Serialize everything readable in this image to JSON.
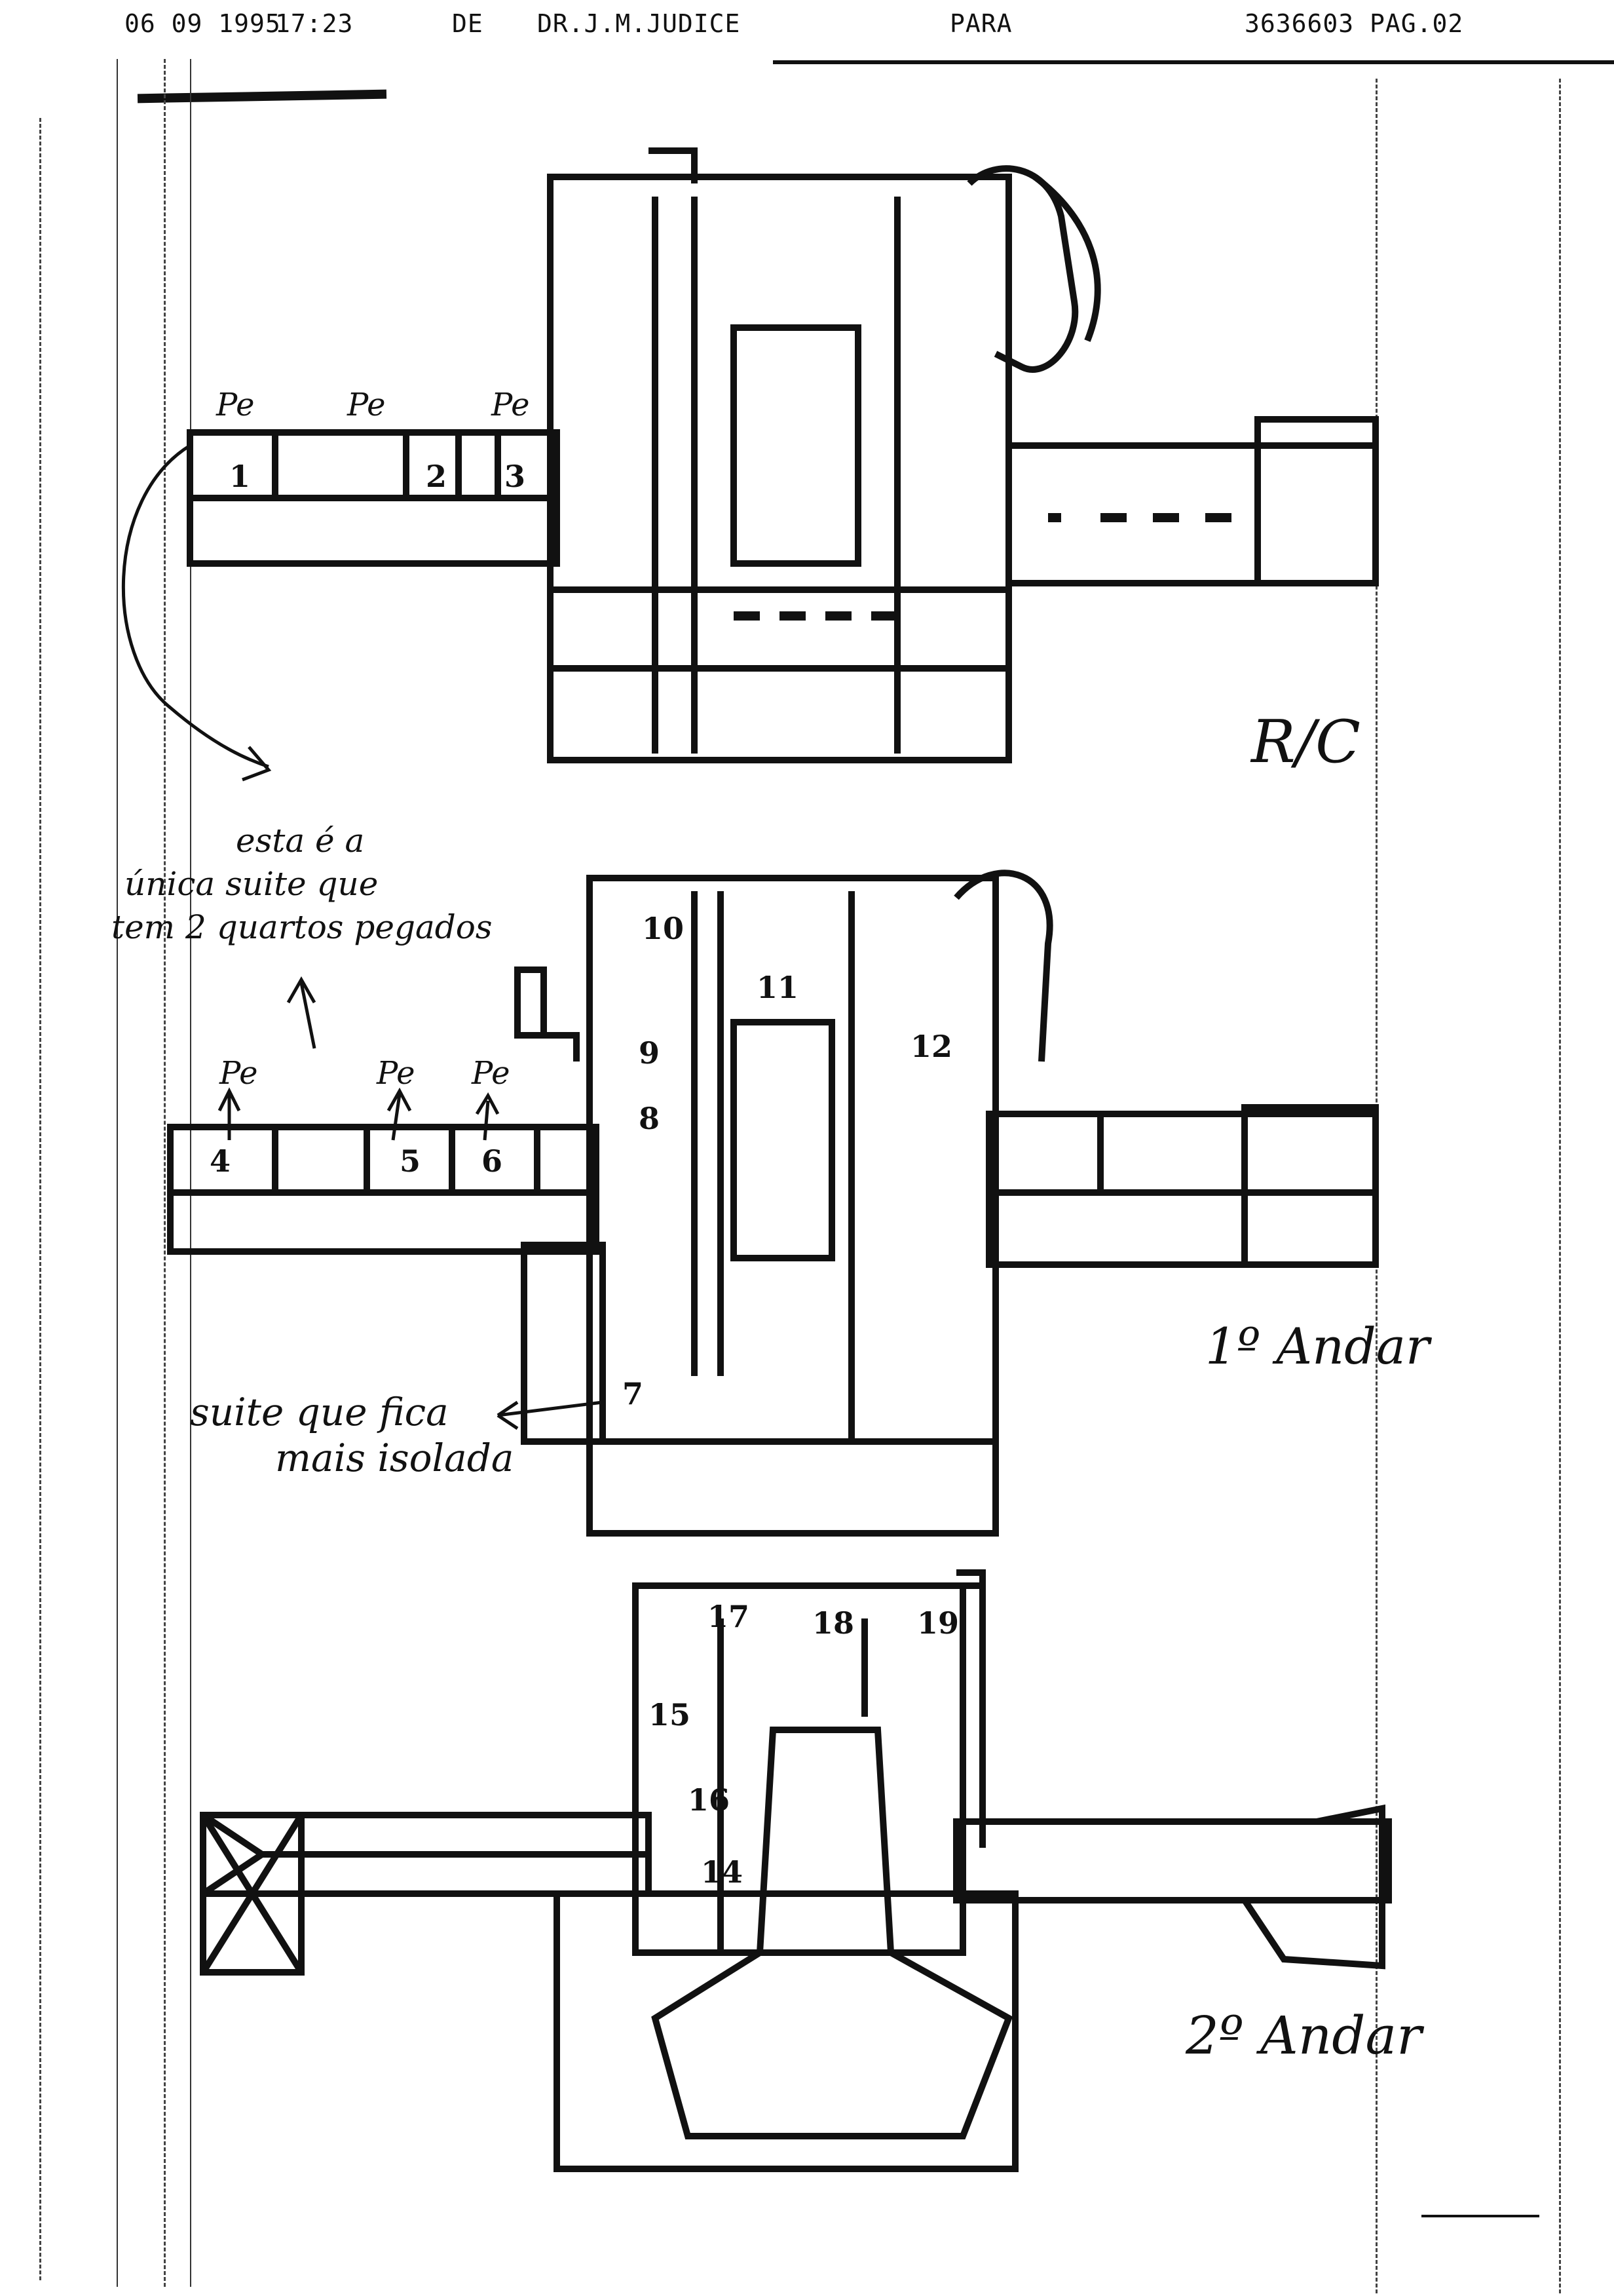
{
  "fax": {
    "header": {
      "date": "06 09 1995",
      "time": "17:23",
      "de": "DE",
      "sender": "DR.J.M.JUDICE",
      "para": "PARA",
      "page": "3636603 PAG.02"
    }
  },
  "floors": [
    {
      "label": "R/C",
      "rooms": [
        "1",
        "2",
        "3"
      ],
      "marks": [
        "Pe",
        "Pe",
        "Pe"
      ]
    },
    {
      "label": "1º Andar",
      "rooms": [
        "4",
        "5",
        "6",
        "7",
        "8",
        "9",
        "10",
        "11",
        "12"
      ],
      "marks": [
        "Pe",
        "Pe",
        "Pe"
      ]
    },
    {
      "label": "2º Andar",
      "rooms": [
        "14",
        "15",
        "16",
        "17",
        "18",
        "19"
      ]
    }
  ],
  "notes": {
    "note1": [
      "esta é a",
      "única suite que",
      "tem 2 quartos pegados"
    ],
    "note2": [
      "suite que fica",
      "mais isolada"
    ]
  },
  "colors": {
    "ink": "#111111",
    "paper": "#ffffff"
  }
}
